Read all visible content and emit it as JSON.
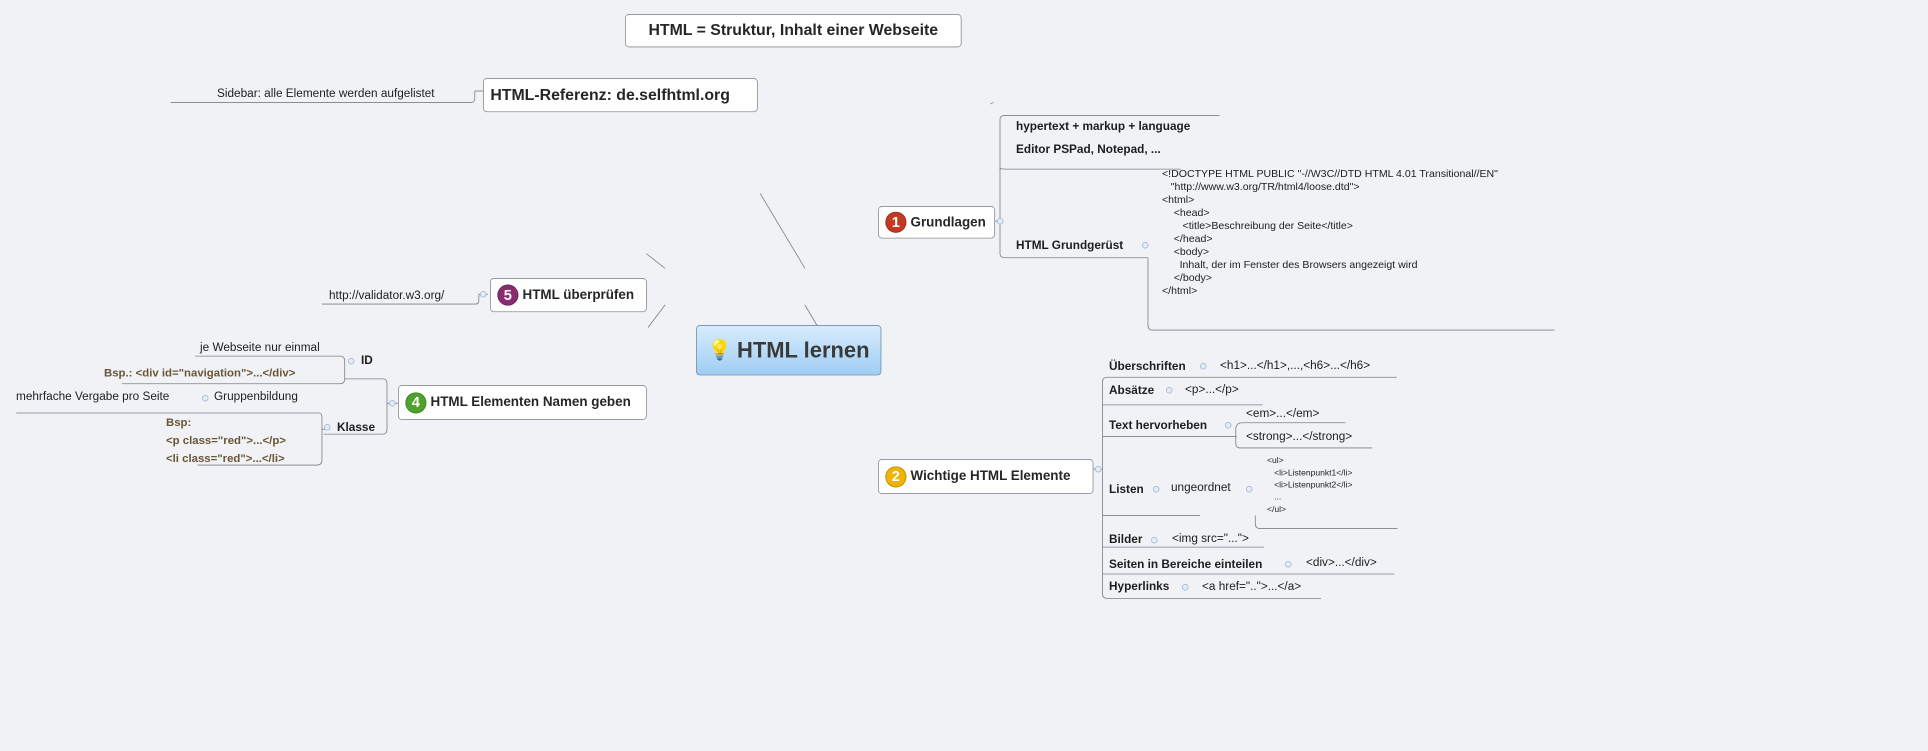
{
  "title": "HTML = Struktur, Inhalt einer Webseite",
  "reference": {
    "label": "HTML-Referenz: de.selfhtml.org",
    "note": "Sidebar: alle Elemente werden aufgelistet"
  },
  "central": {
    "label": "HTML lernen",
    "icon": "lightbulb-icon"
  },
  "topics": {
    "grundlagen": {
      "number": "1",
      "color": "#c23a22",
      "label": "Grundlagen",
      "children": [
        "hypertext + markup + language",
        "Editor PSPad, Notepad, ...",
        "HTML Grundgerüst"
      ],
      "code": "<!DOCTYPE HTML PUBLIC \"-//W3C//DTD HTML 4.01 Transitional//EN\"\n   \"http://www.w3.org/TR/html4/loose.dtd\">\n<html>\n    <head>\n       <title>Beschreibung der Seite</title>\n    </head>\n    <body>\n      Inhalt, der im Fenster des Browsers angezeigt wird\n    </body>\n</html>"
    },
    "elemente": {
      "number": "2",
      "color": "#f0b400",
      "label": "Wichtige HTML Elemente",
      "items": [
        {
          "label": "Überschriften",
          "value": "<h1>...</h1>,...,<h6>...</h6>"
        },
        {
          "label": "Absätze",
          "value": "<p>...</p>"
        },
        {
          "label": "Text hervorheben",
          "values": [
            "<em>...</em>",
            "<strong>...</strong>"
          ]
        },
        {
          "label": "Listen",
          "sub": "ungeordnet",
          "code": "<ul>\n   <li>Listenpunkt1</li>\n   <li>Listenpunkt2</li>\n   ...\n</ul>"
        },
        {
          "label": "Bilder",
          "value": "<img src=\"...\">"
        },
        {
          "label": "Seiten in Bereiche einteilen",
          "value": "<div>...</div>"
        },
        {
          "label": "Hyperlinks",
          "value": "<a href=\"..\">...</a>"
        }
      ]
    },
    "namen": {
      "number": "4",
      "color": "#4fa32c",
      "label": "HTML Elementen Namen geben",
      "id": {
        "label": "ID",
        "children": [
          "je Webseite nur einmal",
          "Bsp.: <div id=\"navigation\">...</div>"
        ]
      },
      "klasse": {
        "label": "Klasse",
        "group": "Gruppenbildung",
        "group_note": "mehrfache Vergabe pro Seite",
        "example": [
          "Bsp:",
          "<p class=\"red\">...</p>",
          "<li class=\"red\">...</li>"
        ]
      }
    },
    "pruefen": {
      "number": "5",
      "color": "#8a2d6e",
      "label": "HTML überprüfen",
      "child": "http://validator.w3.org/"
    }
  }
}
